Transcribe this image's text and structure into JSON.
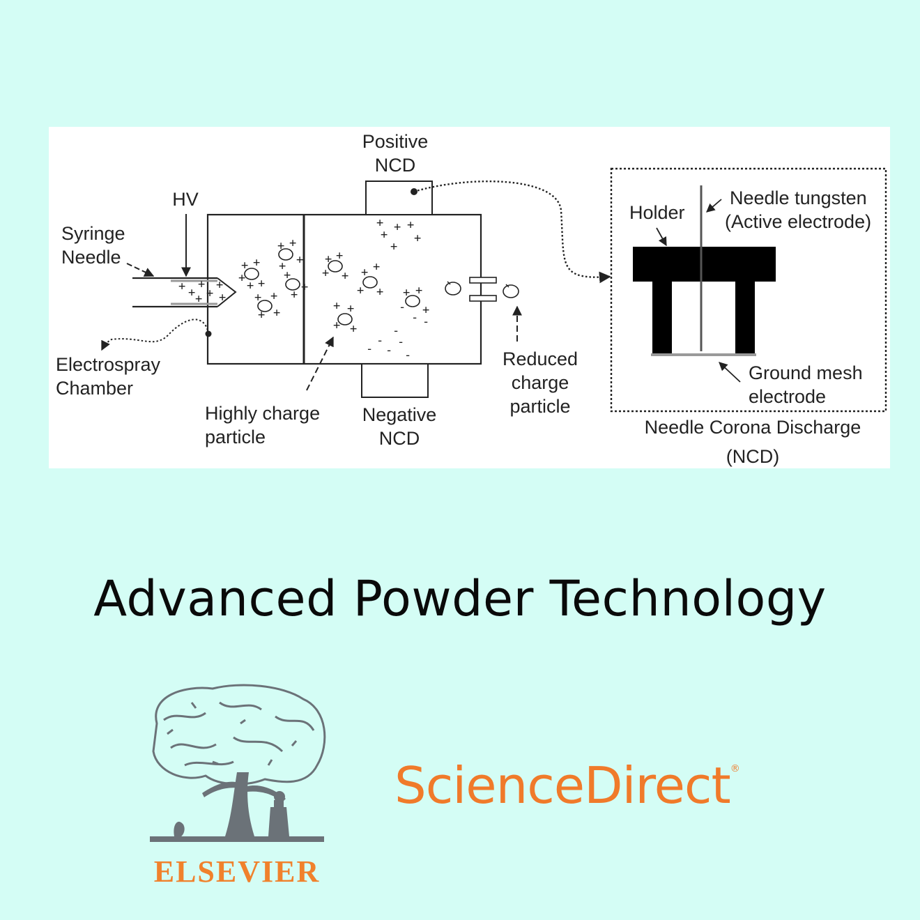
{
  "diagram": {
    "labels": {
      "positive_ncd_line1": "Positive",
      "positive_ncd_line2": "NCD",
      "hv": "HV",
      "syringe_line1": "Syringe",
      "syringe_line2": "Needle",
      "electrospray_line1": "Electrospray",
      "electrospray_line2": "Chamber",
      "highly_line1": "Highly charge",
      "highly_line2": "particle",
      "negative_ncd_line1": "Negative",
      "negative_ncd_line2": "NCD",
      "reduced_line1": "Reduced",
      "reduced_line2": "charge",
      "reduced_line3": "particle",
      "holder": "Holder",
      "needle_tungsten_line1": "Needle tungsten",
      "needle_tungsten_line2": "(Active electrode)",
      "ground_mesh_line1": "Ground mesh",
      "ground_mesh_line2": "electrode",
      "ncd_caption_line1": "Needle Corona Discharge",
      "ncd_caption_line2": "(NCD)"
    },
    "symbols": {
      "plus": "+",
      "minus": "-"
    }
  },
  "journal": {
    "title": "Advanced Powder Technology"
  },
  "logos": {
    "elsevier": "ELSEVIER",
    "sciencedirect": "ScienceDirect",
    "trademark": "®"
  },
  "colors": {
    "background": "#d4fdf5",
    "brand_orange": "#f07a2a",
    "elsevier_orange": "#f0812c",
    "tree_gray": "#6b7278"
  }
}
